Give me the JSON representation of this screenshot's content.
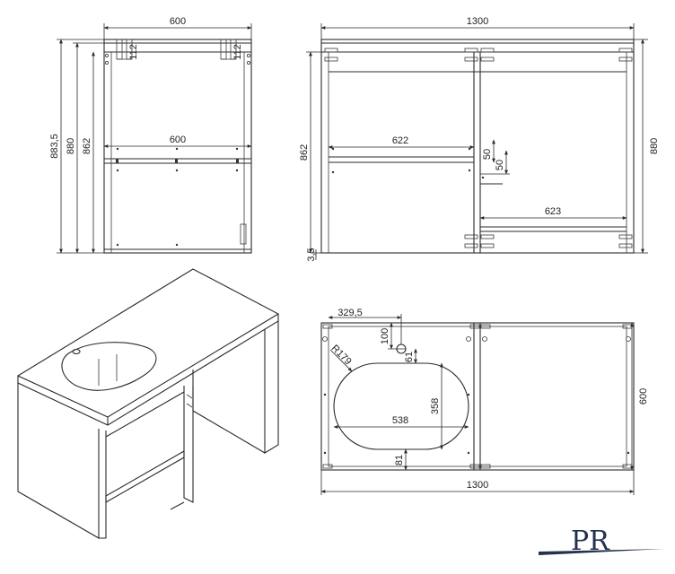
{
  "front_view": {
    "width_top": "600",
    "height_total": "883,5",
    "height_body": "880",
    "height_inner": "862",
    "bracket_left": "112",
    "bracket_right": "112",
    "shelf_width": "600"
  },
  "side_view": {
    "width_total": "1300",
    "height_right": "880",
    "height_left": "862",
    "foot": "3,5",
    "shelf_left": "622",
    "shelf_right": "623",
    "gap_a": "50",
    "gap_b": "50"
  },
  "top_view": {
    "offset_x": "329,5",
    "hole_offset": "100",
    "hole_depth": "61",
    "radius": "R179",
    "basin_depth": "358",
    "basin_width": "538",
    "rear_gap": "81",
    "depth": "600",
    "width_total": "1300"
  },
  "logo": {
    "text": "PR"
  },
  "colors": {
    "line": "#2a2a2a",
    "logo": "#24324e"
  }
}
